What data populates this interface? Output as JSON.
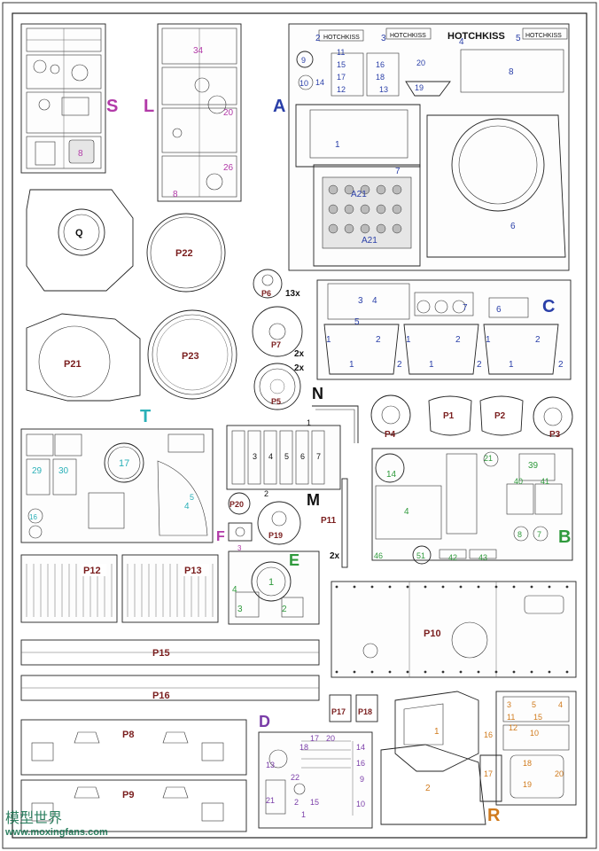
{
  "colors": {
    "maroon": "#7a1e1e",
    "blue": "#2a3fa8",
    "teal": "#2ab0b8",
    "green": "#2f9a3c",
    "magenta": "#b23aa8",
    "purple": "#7a3da8",
    "orange": "#d07a1c",
    "black": "#111111",
    "watermark": "#0a6b46"
  },
  "sprue_letters": {
    "S": "S",
    "L": "L",
    "A": "A",
    "C": "C",
    "T": "T",
    "N": "N",
    "M": "M",
    "F": "F",
    "E": "E",
    "B": "B",
    "D": "D",
    "R": "R"
  },
  "parts": {
    "Q": "Q",
    "P22": "P22",
    "P21": "P21",
    "P23": "P23",
    "P6": "P6",
    "P7": "P7",
    "P5": "P5",
    "P4": "P4",
    "P1": "P1",
    "P2": "P2",
    "P3": "P3",
    "P20": "P20",
    "P19": "P19",
    "P11": "P11",
    "P12": "P12",
    "P13": "P13",
    "P10": "P10",
    "P15": "P15",
    "P16": "P16",
    "P17": "P17",
    "P18": "P18",
    "P8": "P8",
    "P9": "P9"
  },
  "quantities": {
    "q13x": "13x",
    "q2x_a": "2x",
    "q2x_b": "2x",
    "q2x_c": "2x"
  },
  "engravings": {
    "hotchkiss_a": "HOTCHKISS",
    "hotchkiss_b": "HOTCHKISS",
    "hotchkiss_big": "HOTCHKISS",
    "hotchkiss_c": "HOTCHKISS"
  },
  "sprue_a_numbers": {
    "n1": "1",
    "n2": "2",
    "n3": "3",
    "n4": "4",
    "n5": "5",
    "n6": "6",
    "n7": "7",
    "n8": "8",
    "n9": "9",
    "n10": "10",
    "n11": "11",
    "n12": "12",
    "n13": "13",
    "n14": "14",
    "n15": "15",
    "n16": "16",
    "n17": "17",
    "n18": "18",
    "n19": "19",
    "n20": "20",
    "a21a": "A21",
    "a21b": "A21"
  },
  "sprue_c_numbers": [
    "1",
    "2",
    "1",
    "2",
    "1",
    "2",
    "1",
    "2",
    "1",
    "2",
    "1",
    "2",
    "3",
    "4",
    "5",
    "6",
    "7"
  ],
  "sprue_e_numbers": {
    "n1": "1",
    "n2": "2",
    "n3": "3",
    "n4": "4"
  },
  "sprue_b_numbers": {
    "n4": "4",
    "n14": "14",
    "n21": "21",
    "n39": "39",
    "n40": "40",
    "n41": "41",
    "n42": "42",
    "n43": "43",
    "n46": "46",
    "n51": "51",
    "n7": "7",
    "n8": "8"
  },
  "sprue_t_numbers": {
    "n17": "17",
    "n29": "29",
    "n30": "30",
    "n4": "4",
    "n16": "16",
    "n5": "5"
  },
  "sprue_l_numbers": {
    "n34": "34",
    "n20": "20",
    "n26": "26",
    "n8": "8"
  },
  "sprue_s_numbers": {
    "n8": "8"
  },
  "sprue_d_numbers": {
    "n13": "13",
    "n14": "14",
    "n16": "16",
    "n17": "17",
    "n18": "18",
    "n20": "20",
    "n21": "21",
    "n22": "22",
    "n2": "2",
    "n9": "9",
    "n10": "10",
    "n15": "15",
    "n1": "1"
  },
  "sprue_r_numbers": {
    "n1": "1",
    "n2": "2",
    "n3": "3",
    "n4": "4",
    "n5": "5",
    "n10": "10",
    "n11": "11",
    "n12": "12",
    "n15": "15",
    "n16": "16",
    "n17": "17",
    "n18": "18",
    "n19": "19",
    "n20": "20"
  },
  "sprue_n_numbers": {
    "n1": "1"
  },
  "sprue_m_numbers": {
    "n2": "2",
    "n3": "3",
    "n4": "4",
    "n5": "5",
    "n6": "6",
    "n7": "7"
  },
  "sprue_f_numbers": {
    "n3": "3"
  },
  "watermark": {
    "cn": "模型世界",
    "url": "www.moxingfans.com"
  }
}
